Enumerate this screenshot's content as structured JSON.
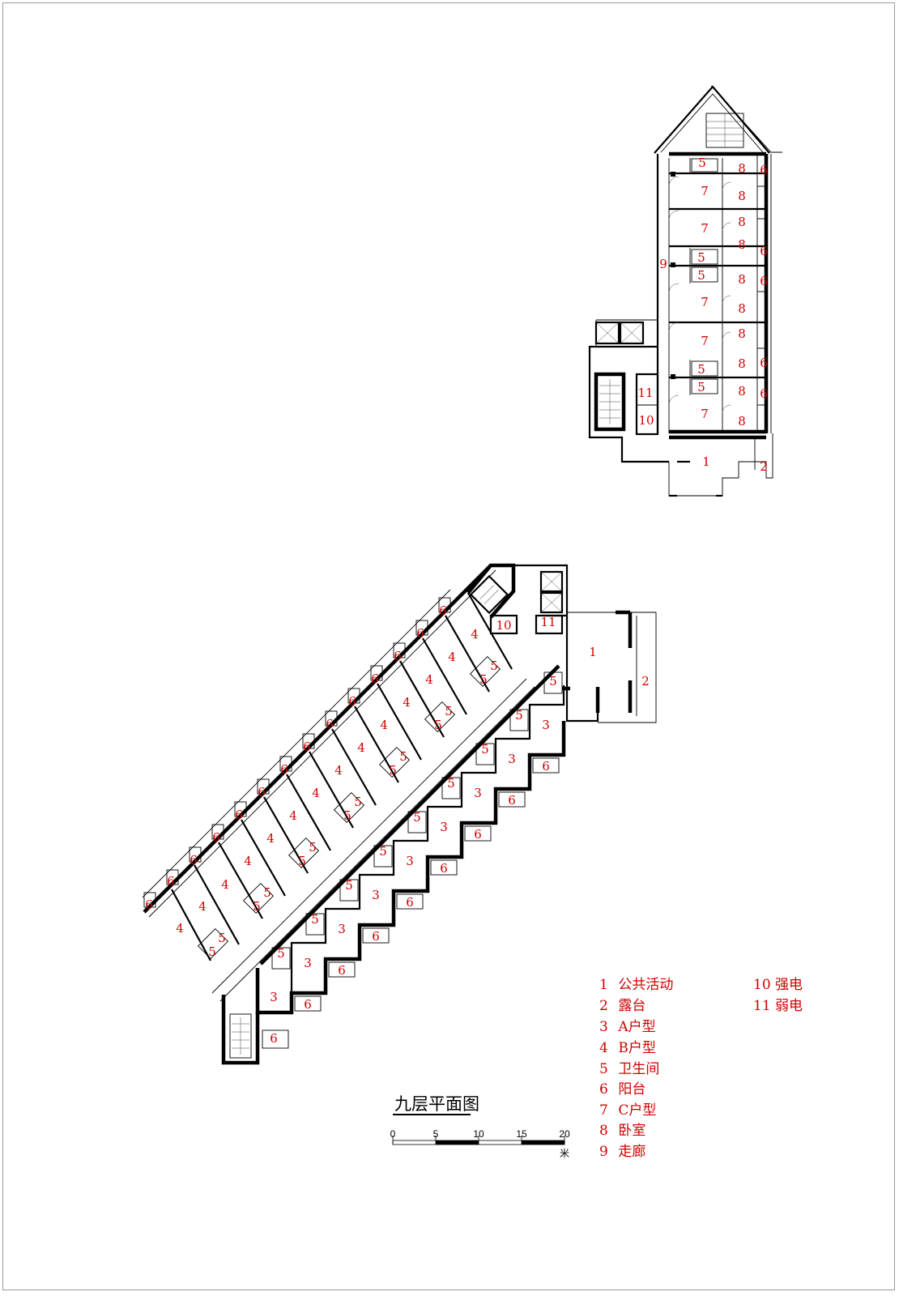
{
  "drawing": {
    "title": "九层平面图",
    "scale_bar": {
      "ticks": [
        "0",
        "5",
        "10",
        "15",
        "20"
      ],
      "unit": "米"
    }
  },
  "room_labels": {
    "public_activity": "1",
    "terrace": "2",
    "unit_a": "3",
    "unit_b": "4",
    "bathroom": "5",
    "balcony": "6",
    "unit_c": "7",
    "bedroom": "8",
    "corridor": "9",
    "strong_power": "10",
    "weak_power": "11"
  },
  "legend": {
    "col1": [
      {
        "num": "1",
        "text": "公共活动"
      },
      {
        "num": "2",
        "text": "露台"
      },
      {
        "num": "3",
        "text": "A户型"
      },
      {
        "num": "4",
        "text": "B户型"
      },
      {
        "num": "5",
        "text": "卫生间"
      },
      {
        "num": "6",
        "text": "阳台"
      },
      {
        "num": "7",
        "text": "C户型"
      },
      {
        "num": "8",
        "text": "卧室"
      },
      {
        "num": "9",
        "text": "走廊"
      }
    ],
    "col2": [
      {
        "num": "10",
        "text": "强电"
      },
      {
        "num": "11",
        "text": "弱电"
      }
    ]
  },
  "colors": {
    "label_red": "#d00000",
    "line": "#000000"
  }
}
